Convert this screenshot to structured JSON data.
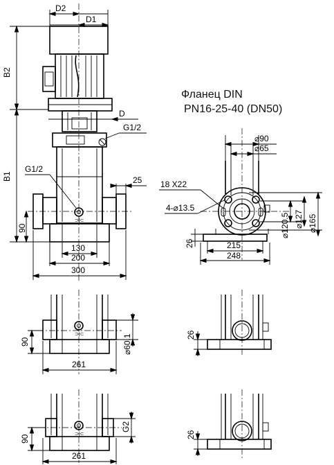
{
  "flange": {
    "title": "Фланец DIN",
    "subtitle": "PN16-25-40 (DN50)"
  },
  "labels": {
    "d2": "D2",
    "d1": "D1",
    "b2": "B2",
    "b1": "B1",
    "d": "D",
    "g12_top": "G1/2",
    "g12_side": "G1/2",
    "dim_25": "25",
    "dim_90_main": "90",
    "dim_130": "130",
    "dim_200": "200",
    "dim_300": "300",
    "phi90": "⌀90",
    "phi65": "⌀65",
    "bolt_18x22": "18 X22",
    "bolt_4x135": "4-⌀13.5",
    "phi1205": "⌀120.5",
    "phi127": "⌀127",
    "phi165": "⌀165",
    "dim_26_flange": "26",
    "dim_215": "215",
    "dim_248": "248",
    "dim_90_mid": "90",
    "phi601": "⌀60.1",
    "dim_261_mid": "261",
    "dim_26_mid": "26",
    "g2": "G2",
    "dim_90_bot": "90",
    "dim_261_bot": "261",
    "dim_26_bot": "26"
  }
}
